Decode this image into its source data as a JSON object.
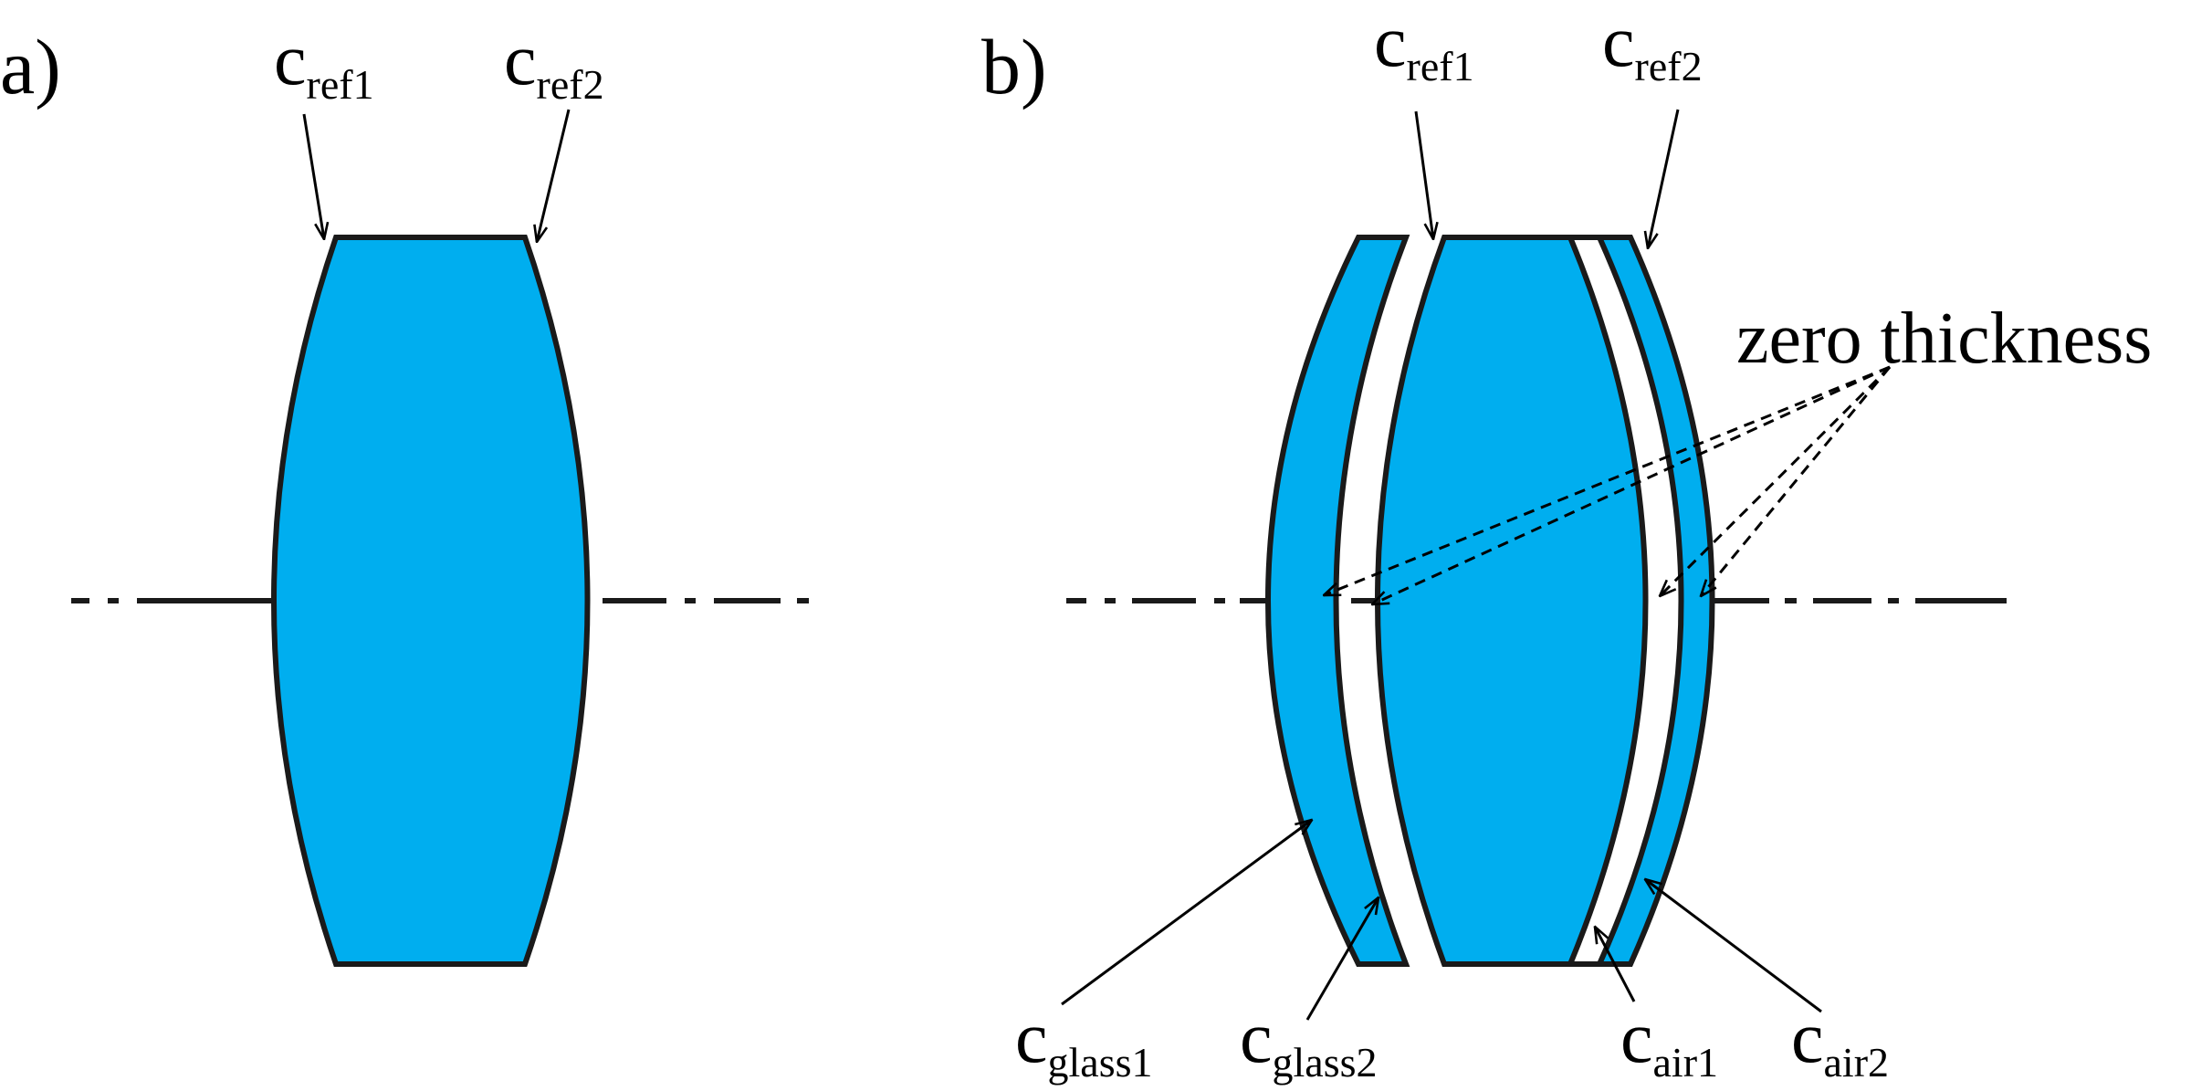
{
  "colors": {
    "glass": "#00AEEF",
    "stroke": "#1a1a1a",
    "background": "#ffffff"
  },
  "panel_a": {
    "label": "a)",
    "surface_1": {
      "main": "c",
      "sub": "ref1"
    },
    "surface_2": {
      "main": "c",
      "sub": "ref2"
    }
  },
  "panel_b": {
    "label": "b)",
    "surface_1": {
      "main": "c",
      "sub": "ref1"
    },
    "surface_2": {
      "main": "c",
      "sub": "ref2"
    },
    "glass_1": {
      "main": "c",
      "sub": "glass1"
    },
    "glass_2": {
      "main": "c",
      "sub": "glass2"
    },
    "air_1": {
      "main": "c",
      "sub": "air1"
    },
    "air_2": {
      "main": "c",
      "sub": "air2"
    },
    "annotation": "zero thickness"
  }
}
